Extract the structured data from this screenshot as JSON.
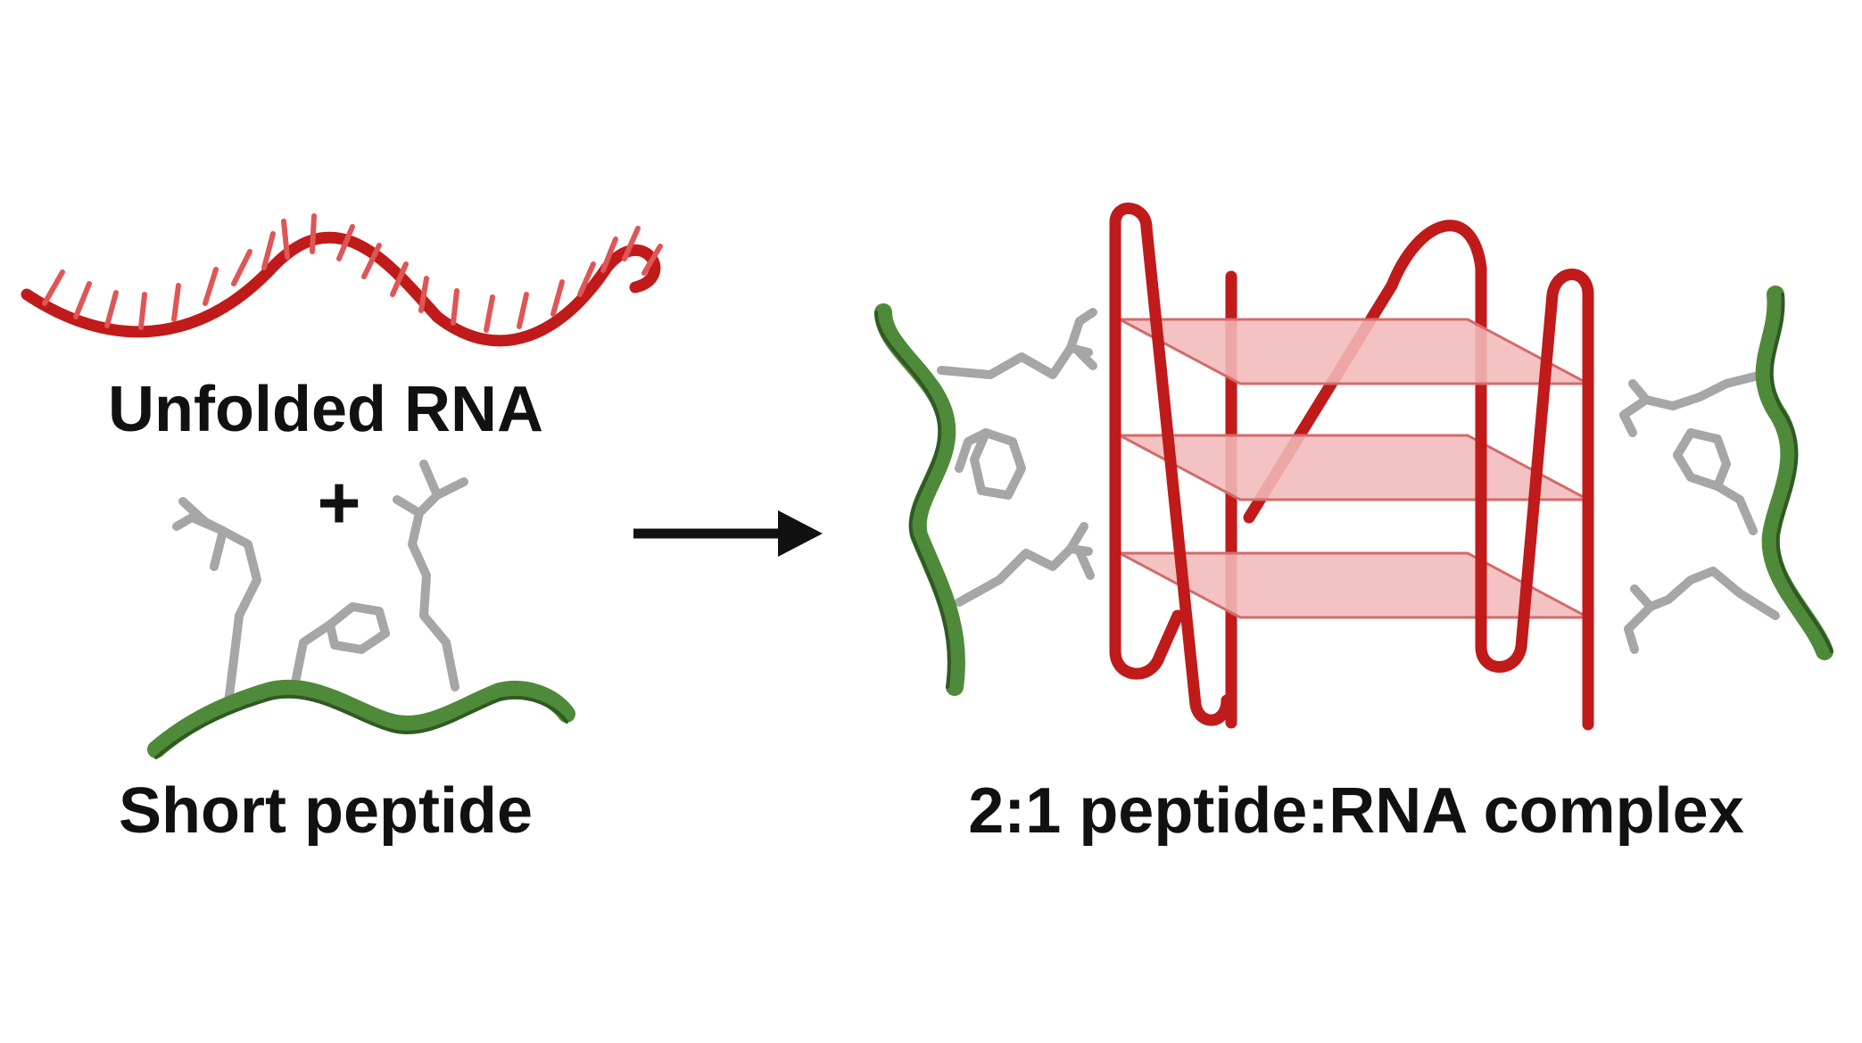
{
  "labels": {
    "unfolded_rna": "Unfolded RNA",
    "plus": "+",
    "short_peptide": "Short peptide",
    "complex": "2:1 peptide:RNA complex"
  },
  "colors": {
    "rna": "#c01a1a",
    "quartet_fill": "#f3b9b9",
    "peptide_backbone": "#4f8a3a",
    "side_chain": "#a6a6a6",
    "arrow": "#111111",
    "text": "#111111"
  }
}
